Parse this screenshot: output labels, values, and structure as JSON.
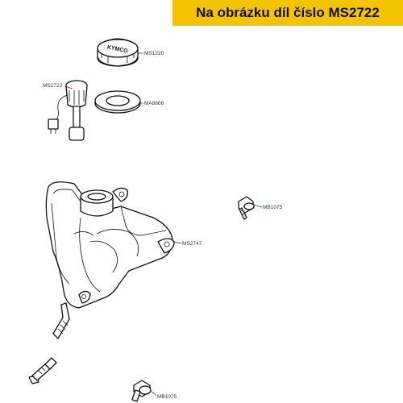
{
  "banner": {
    "text": "Na obrázku díl číslo MS2722",
    "background": "#f5c400"
  },
  "callouts": {
    "ms1220": "MS1220",
    "ms2722": "MS2722",
    "ma8666": "MA8666",
    "mb1075_top": "MB1075",
    "ms2747": "MS2747",
    "mb1075_bottom": "MB1075"
  },
  "cap_stamp": "KYMCO",
  "colors": {
    "leader_line": "#d0021b",
    "outline": "#111111"
  }
}
